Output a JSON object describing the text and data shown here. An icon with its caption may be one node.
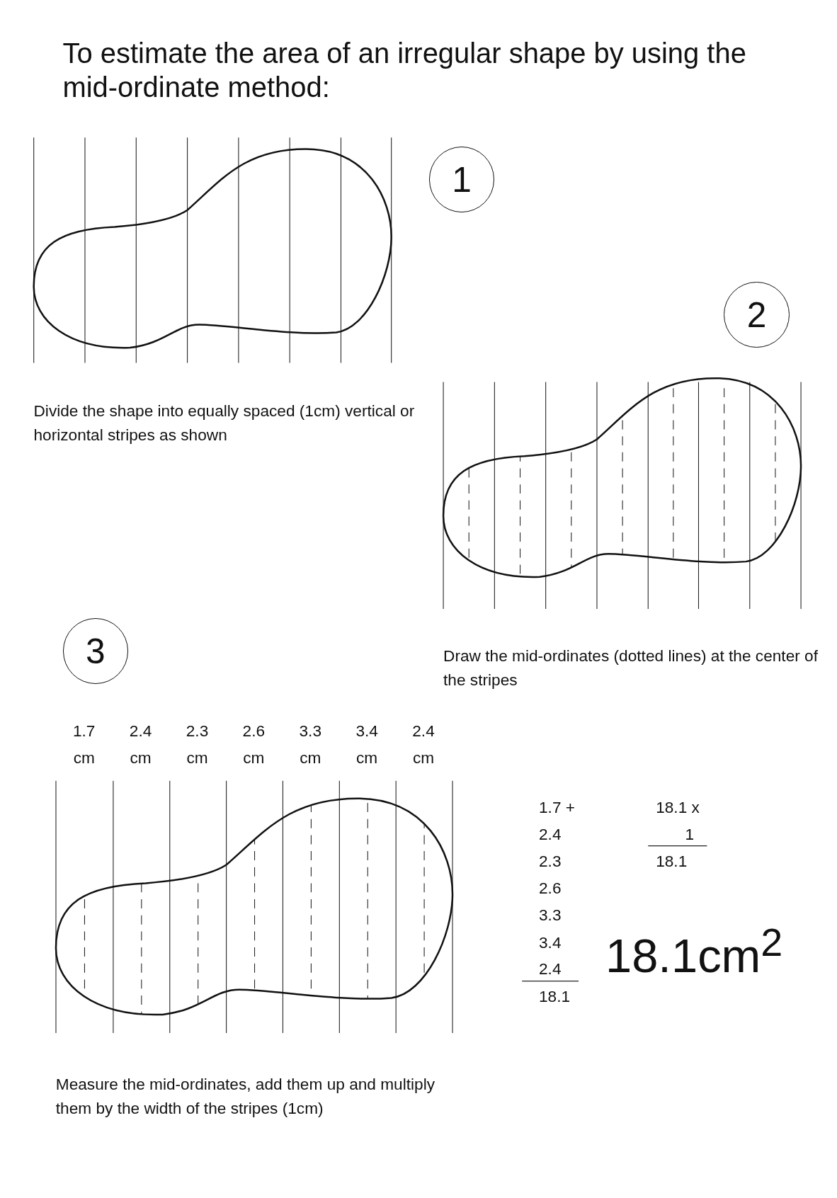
{
  "diagram": {
    "title": "To estimate the area of an irregular shape by using the mid-ordinate method:",
    "nodes": [
      {
        "text": [
          "1"
        ]
      },
      {
        "text": [
          "2"
        ]
      },
      {
        "text": [
          "3"
        ]
      }
    ],
    "labels": [
      "Divide the shape into equally spaced (1cm) vertical or horizontal stripes as shown",
      "Draw the mid-ordinates (dotted lines) at the center of the stripes",
      "1.7 cm",
      "2.4 cm",
      "2.3 cm",
      "2.6 cm",
      "3.3 cm",
      "3.4 cm",
      "2.4 cm",
      "Measure the mid-ordinates, add them up and multiply them by the width of the stripes (1cm)",
      "1.7 +",
      "2.4",
      "2.3",
      "2.6",
      "3.3",
      "3.4",
      "2.4",
      "18.1",
      "18.1 x",
      "1",
      "18.1",
      "18.1cm$^{2}$"
    ]
  }
}
